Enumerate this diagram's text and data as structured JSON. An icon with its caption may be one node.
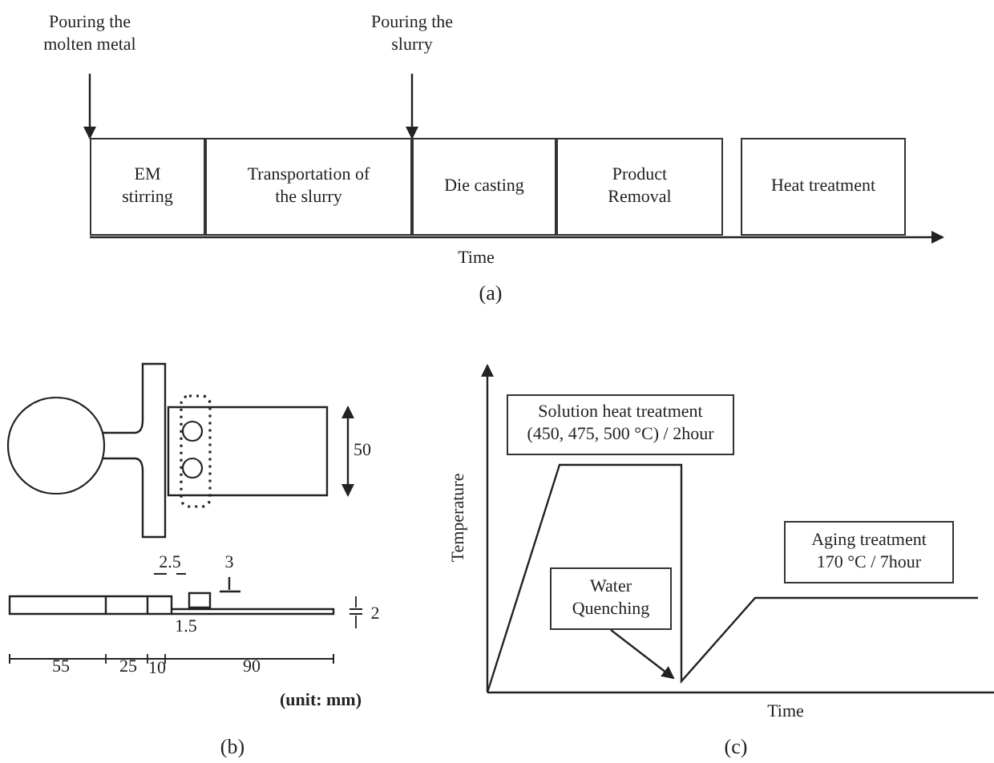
{
  "diagram": {
    "nodes": [
      {
        "text": [
          "Pouring the molten metal"
        ]
      },
      {
        "text": [
          "Pouring the slurry"
        ]
      },
      {
        "text": [
          "EM stirring"
        ]
      },
      {
        "text": [
          "Transportation of the slurry"
        ]
      },
      {
        "text": [
          "Die casting"
        ]
      },
      {
        "text": [
          "Product Removal"
        ]
      },
      {
        "text": [
          "Heat treatment"
        ]
      },
      {
        "text": [
          "Solution heat treatment (450, 475, 500 °C) / 2hour"
        ]
      },
      {
        "text": [
          "Water Quenching"
        ]
      },
      {
        "text": [
          "Aging treatment 170 °C / 7hour"
        ]
      }
    ],
    "edges": [
      {
        "from": 0,
        "to": 2,
        "arrow": "to"
      },
      {
        "from": 1,
        "to": 4,
        "arrow": "to"
      },
      {
        "from": 8,
        "to": null,
        "arrow": "to"
      }
    ],
    "labels": [
      "Time",
      "(a)",
      "50",
      "2.5",
      "3",
      "2",
      "1.5",
      "55",
      "25",
      "10",
      "90",
      "(unit: mm)",
      "(b)",
      "Temperature",
      "Time",
      "(c)"
    ]
  }
}
